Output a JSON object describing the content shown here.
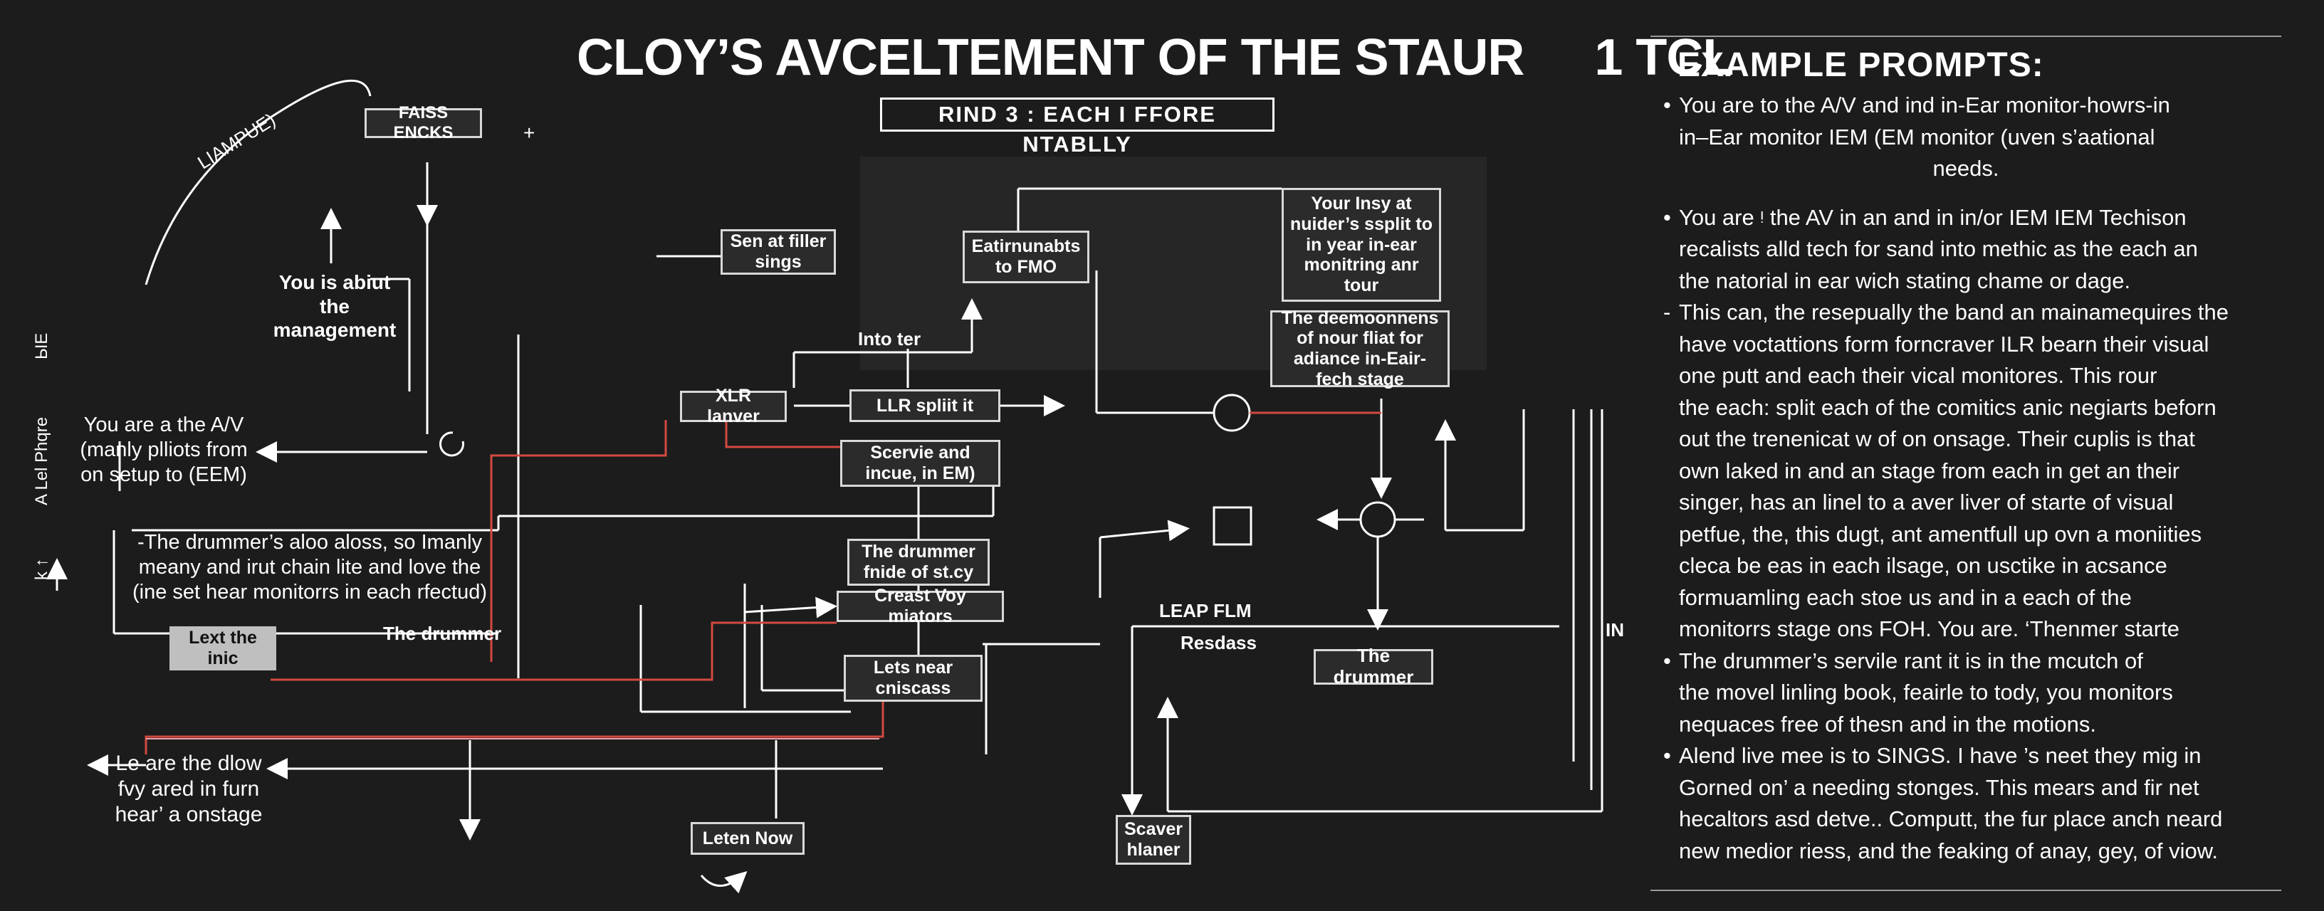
{
  "header": {
    "title": "CLOY’S AVCELTEMENT OF THE STAUR",
    "title_suffix": "1 TCL",
    "subtitle": "RIND 3 : EACH I FFORE NTABLLY"
  },
  "diagram": {
    "arc_label": "LIAMPUE)",
    "left_vertical_labels": [
      "ЫE",
      "A Lel Phqre",
      "k ↑"
    ],
    "plus_sign": "+",
    "boxes": {
      "faiss_encks": "FAISS ENCKS",
      "sen_at_filler": "Sen at filler sings",
      "eatirnunabts": "Eatirnunabts to FMO",
      "your_insy": "Your Insy at nuider’s ssplit to in year in-ear monitring anr tour",
      "deemoonnens": "The deemoonnens of nour fliat for adiance in-Eair-fech stage",
      "xlr_lanver": "XLR lanver",
      "llr_split": "LLR spliit it",
      "scervie": "Scervie and incue, in EM)",
      "drummer_fnide": "The drummer fnide of st.cy",
      "creast_voy": "Creast Voy miators",
      "lets_near": "Lets near cniscass",
      "lext_the_inic": "Lext the inic",
      "the_drummer_right": "The drummer",
      "leten_now": "Leten Now",
      "scaver_hlaner": "Scaver hlaner"
    },
    "labels": {
      "you_is": "You is abiut the management",
      "you_are_av": "You are a the A/V (manly plliots from on setup to (EEM)",
      "drummer_aloo": "-The drummer’s aloo aloss, so Imanly meany and irut chain lite and love the (ine set hear monitorrs in each rfectud)",
      "the_drummer_left": "The drummer",
      "into_ter": "Into ter",
      "leap_flm": "LEAP FLM",
      "resdass": "Resdass",
      "in_label": "IN",
      "le_are_the_dlow": "Le are the dlow fvy ared in furn hear’ a onstage"
    }
  },
  "panel": {
    "heading": "EXAMPLE PROMPTS:",
    "prompts": [
      {
        "bullet": "•",
        "lines": [
          "You are to the A/V and ind in-Ear monitor-howrs-in",
          "in–Ear monitor IEM (EM  monitor (uven s’aational",
          "needs."
        ]
      },
      {
        "bullet": "•",
        "lines": [
          "You are ᵎ the AV in an and in in/or IEM IEM Techison",
          "recalists alld tech for sand into methic as the each an",
          "the natorial in ear wich stating chame or dage."
        ]
      },
      {
        "bullet": "-",
        "lines": [
          "This can, the resepually the band an mainamequires the",
          "have voctattions form forncraver ILR bearn their  visual",
          "one putt and each their vical monitores. This rour",
          "the each: split each of the comitics anic negiarts beforn",
          "out the trenenicat w of on onsage. Their cuplis is that",
          "own laked in and an stage from each in get an their",
          "singer,  has an linel to a aver liver of starte of visual",
          "petfue, the, this dugt, ant amentfull up ovn a moniities",
          "cleca be eas in each ilsage, on usctike in acsance",
          "formuamling each stoe us and in a  each of the",
          "monitorrs stage ons FOH.  You are.  ‘Thenmer starte"
        ]
      },
      {
        "bullet": "•",
        "lines": [
          "The drummer’s servile rant it is in the mcutch of",
          "the movel linling book, feairle to tody, you monitors",
          "nequaces free of thesn and in the motions."
        ]
      },
      {
        "bullet": "•",
        "lines": [
          "Alend live mee is to SINGS.  I have ’s neet they mig in",
          "Gorned on’ a needing stonges. This mears and fir net",
          "hecaltors asd detve.. Computt, the fur place anch neard",
          "new medior riess, and the feaking of anay, gey, of viow."
        ]
      }
    ]
  }
}
